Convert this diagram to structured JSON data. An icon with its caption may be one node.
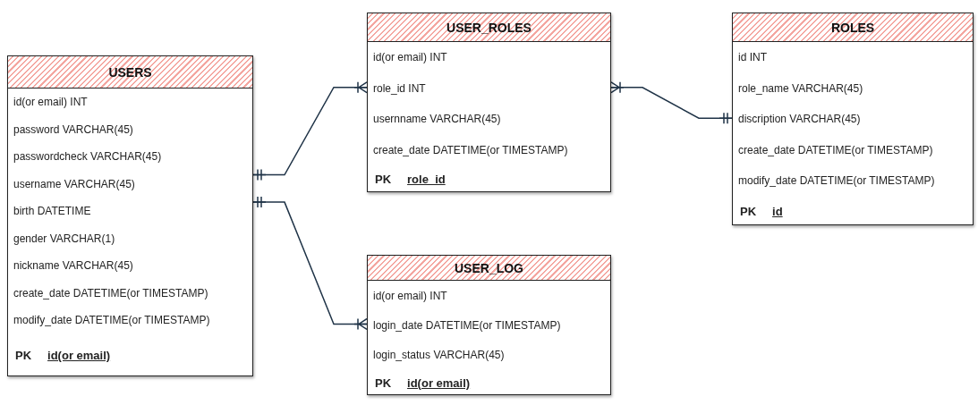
{
  "diagram": {
    "nodes": [
      {
        "text": [
          "USERS",
          "id(or email) INT",
          "password VARCHAR(45)",
          "passwordcheck VARCHAR(45)",
          "username VARCHAR(45)",
          "birth DATETIME",
          "gender VARCHAR(1)",
          "nickname VARCHAR(45)",
          "create_date DATETIME(or TIMESTAMP)",
          "modify_date DATETIME(or TIMESTAMP)",
          "PK",
          "id(or email)"
        ]
      },
      {
        "text": [
          "USER_ROLES",
          "id(or email) INT",
          "role_id INT",
          "usernname VARCHAR(45)",
          "create_date DATETIME(or TIMESTAMP)",
          "PK",
          "role_id"
        ]
      },
      {
        "text": [
          "ROLES",
          "id INT",
          "role_name VARCHAR(45)",
          "discription VARCHAR(45)",
          "create_date DATETIME(or TIMESTAMP)",
          "modify_date DATETIME(or TIMESTAMP)",
          "PK",
          "id"
        ]
      },
      {
        "text": [
          "USER_LOG",
          "id(or email) INT",
          "login_date DATETIME(or TIMESTAMP)",
          "login_status VARCHAR(45)",
          "PK",
          "id(or email)"
        ]
      }
    ],
    "edges": [
      {
        "from": 0,
        "to": 1,
        "arrow": "other"
      },
      {
        "from": 0,
        "to": 3,
        "arrow": "other"
      },
      {
        "from": 1,
        "to": 2,
        "arrow": "other"
      }
    ]
  }
}
